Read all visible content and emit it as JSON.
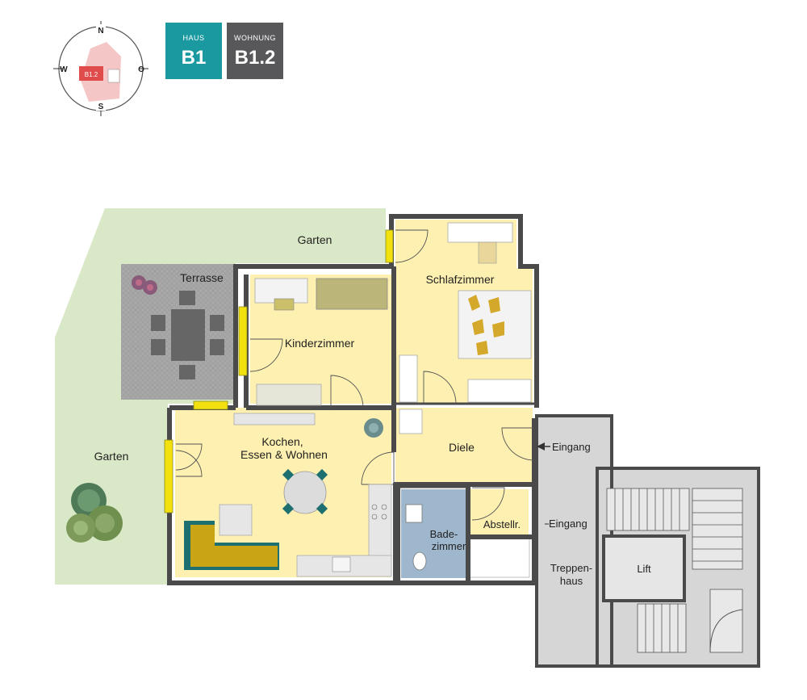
{
  "compass": {
    "north": "N",
    "south": "S",
    "west": "W",
    "east": "O",
    "unit_marker": "B1.2"
  },
  "badges": {
    "house": {
      "caption": "HAUS",
      "value": "B1",
      "color": "#1a9aa0"
    },
    "apartment": {
      "caption": "WOHNUNG",
      "value": "B1.2",
      "color": "#58585a"
    }
  },
  "rooms": {
    "garden_top": "Garten",
    "garden_left": "Garten",
    "terrace": "Terrasse",
    "child_room": "Kinderzimmer",
    "bedroom": "Schlafzimmer",
    "living_line1": "Kochen,",
    "living_line2": "Essen & Wohnen",
    "hall": "Diele",
    "bath_line1": "Bade-",
    "bath_line2": "zimmer",
    "storage": "Abstellr.",
    "entrance_1": "Eingang",
    "entrance_2": "Eingang",
    "stairwell_line1": "Treppen-",
    "stairwell_line2": "haus",
    "lift": "Lift"
  },
  "colors": {
    "garden": "#d9e8c6",
    "room_fill": "#fdf0b0",
    "bath_fill": "#9fb7cc",
    "stair_fill": "#d6d6d6",
    "terrace_fill": "#a9a9a9",
    "wall": "#4a4a4a",
    "window": "#f3e10f",
    "sofa": "#c9a415",
    "sofa_accent": "#1e6f70"
  }
}
